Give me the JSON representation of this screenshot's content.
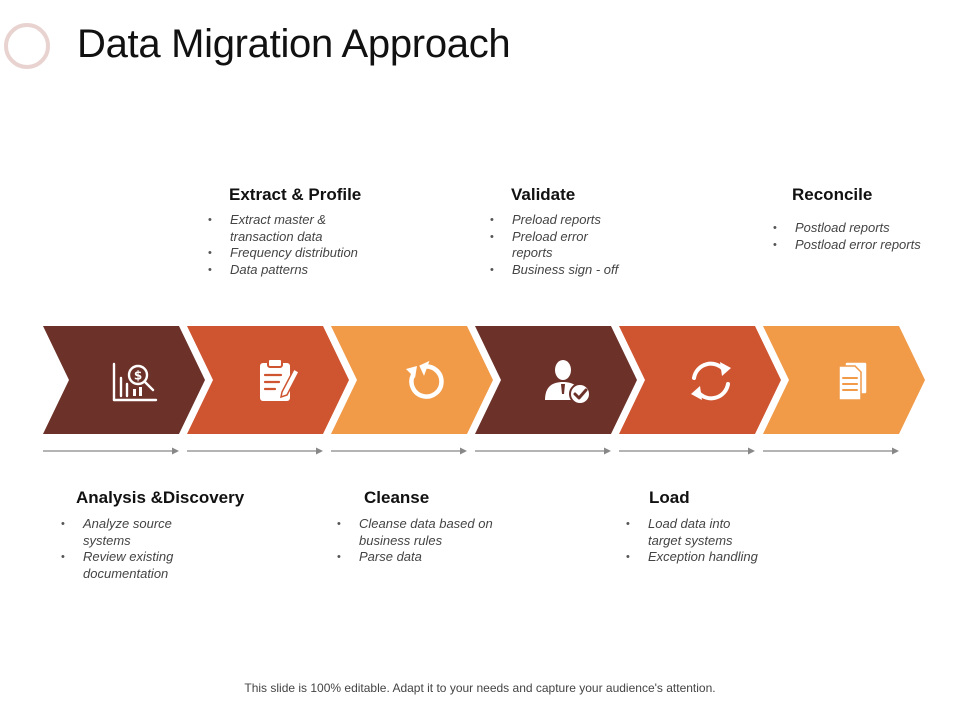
{
  "title": "Data Migration Approach",
  "footer": "This slide is 100% editable. Adapt it to your needs and capture your audience's attention.",
  "colors": {
    "dark_brown": "#6c3128",
    "rust": "#cf5430",
    "orange": "#f19a48",
    "arrow": "#888888"
  },
  "steps": [
    {
      "title": "Analysis &Discovery",
      "icon": "chart-magnifier-dollar-icon",
      "bullets": [
        "Analyze source systems",
        "Review existing documentation"
      ]
    },
    {
      "title": "Extract & Profile",
      "icon": "clipboard-pen-icon",
      "bullets": [
        "Extract master & transaction data",
        "Frequency distribution",
        "Data patterns"
      ]
    },
    {
      "title": "Cleanse",
      "icon": "refresh-arrow-icon",
      "bullets": [
        "Cleanse data based on business rules",
        "Parse data"
      ]
    },
    {
      "title": "Validate",
      "icon": "user-check-icon",
      "bullets": [
        "Preload reports",
        "Preload error reports",
        "Business sign - off"
      ]
    },
    {
      "title": "Load",
      "icon": "sync-arrows-icon",
      "bullets": [
        "Load data into target  systems",
        "Exception handling"
      ]
    },
    {
      "title": "Reconcile",
      "icon": "documents-icon",
      "bullets": [
        "Postload reports",
        "Postload error reports"
      ]
    }
  ]
}
